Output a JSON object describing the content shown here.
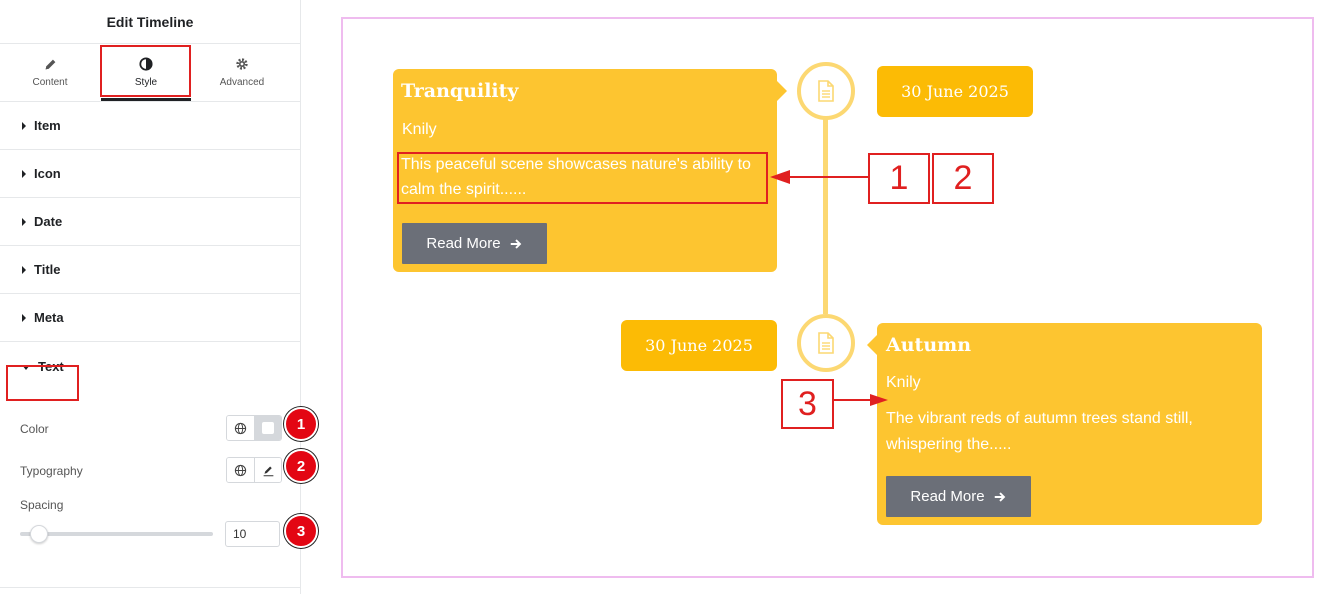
{
  "sidebar": {
    "title": "Edit Timeline",
    "tabs": [
      {
        "label": "Content",
        "icon": "pencil-icon"
      },
      {
        "label": "Style",
        "icon": "half-circle-icon",
        "active": true
      },
      {
        "label": "Advanced",
        "icon": "gear-icon"
      }
    ],
    "sections": [
      "Item",
      "Icon",
      "Date",
      "Title",
      "Meta",
      "Text"
    ],
    "open_section": "Text",
    "controls": {
      "color_label": "Color",
      "typography_label": "Typography",
      "spacing_label": "Spacing",
      "spacing_value": "10"
    },
    "badges": [
      "1",
      "2",
      "3"
    ]
  },
  "timeline": {
    "items": [
      {
        "title": "Tranquility",
        "meta": "Knily",
        "text_line1": "This peaceful scene showcases nature's ability to",
        "text_line2": "calm the spirit......",
        "button": "Read More",
        "date": "30 June 2025"
      },
      {
        "title": "Autumn",
        "meta": "Knily",
        "text_line1": "The vibrant reds of autumn trees stand still,",
        "text_line2": "whispering the.....",
        "button": "Read More",
        "date": "30 June 2025"
      }
    ]
  },
  "annotations": {
    "n1": "1",
    "n2": "2",
    "n3": "3"
  },
  "colors": {
    "accent": "#e02020",
    "card": "#fdc530",
    "date_pill": "#fcbb05",
    "line": "#fcd872",
    "button": "#6b6f78",
    "canvas_border": "#efbcef"
  }
}
